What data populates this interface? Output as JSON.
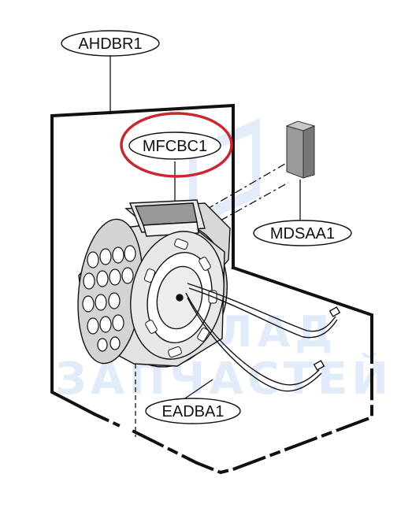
{
  "labels": {
    "top_assembly": "AHDBR1",
    "highlighted_part": "MFCBC1",
    "side_part": "MDSAA1",
    "harness_part": "EADBA1"
  },
  "watermark": {
    "line1": "СКЛАД",
    "line2": "ЗАПЧАСТЕЙ"
  },
  "colors": {
    "highlight": "#c8282e",
    "line": "#111111",
    "watermark": "#2a6bd8"
  }
}
